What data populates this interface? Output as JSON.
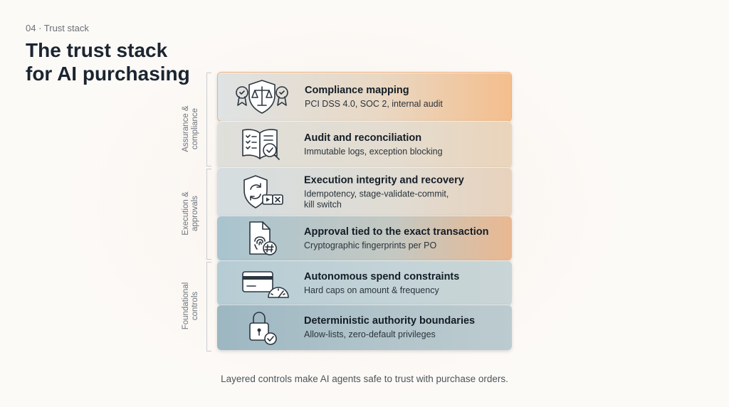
{
  "kicker": "04 · Trust stack",
  "title_line1": "The trust stack",
  "title_line2": "for AI purchasing",
  "groups": [
    {
      "label_line1": "Assurance &",
      "label_line2": "compliance"
    },
    {
      "label_line1": "Execution &",
      "label_line2": "approvals"
    },
    {
      "label_line1": "Foundational",
      "label_line2": "controls"
    }
  ],
  "layers": [
    {
      "icon": "shield-scales-icon",
      "title": "Compliance mapping",
      "subtitle": "PCI DSS 4.0, SOC 2, internal audit"
    },
    {
      "icon": "audit-book-icon",
      "title": "Audit and reconciliation",
      "subtitle": "Immutable logs, exception blocking"
    },
    {
      "icon": "shield-recovery-icon",
      "title": "Execution integrity and recovery",
      "subtitle": "Idempotency, stage-validate-commit,",
      "subtitle2": "kill switch"
    },
    {
      "icon": "fingerprint-document-icon",
      "title": "Approval tied to the exact transaction",
      "subtitle": "Cryptographic fingerprints per PO"
    },
    {
      "icon": "card-gauge-icon",
      "title": "Autonomous spend constraints",
      "subtitle": "Hard caps on amount & frequency"
    },
    {
      "icon": "lock-check-icon",
      "title": "Deterministic authority boundaries",
      "subtitle": "Allow-lists, zero-default privileges"
    }
  ],
  "caption": "Layered controls make AI agents safe to trust with purchase orders."
}
